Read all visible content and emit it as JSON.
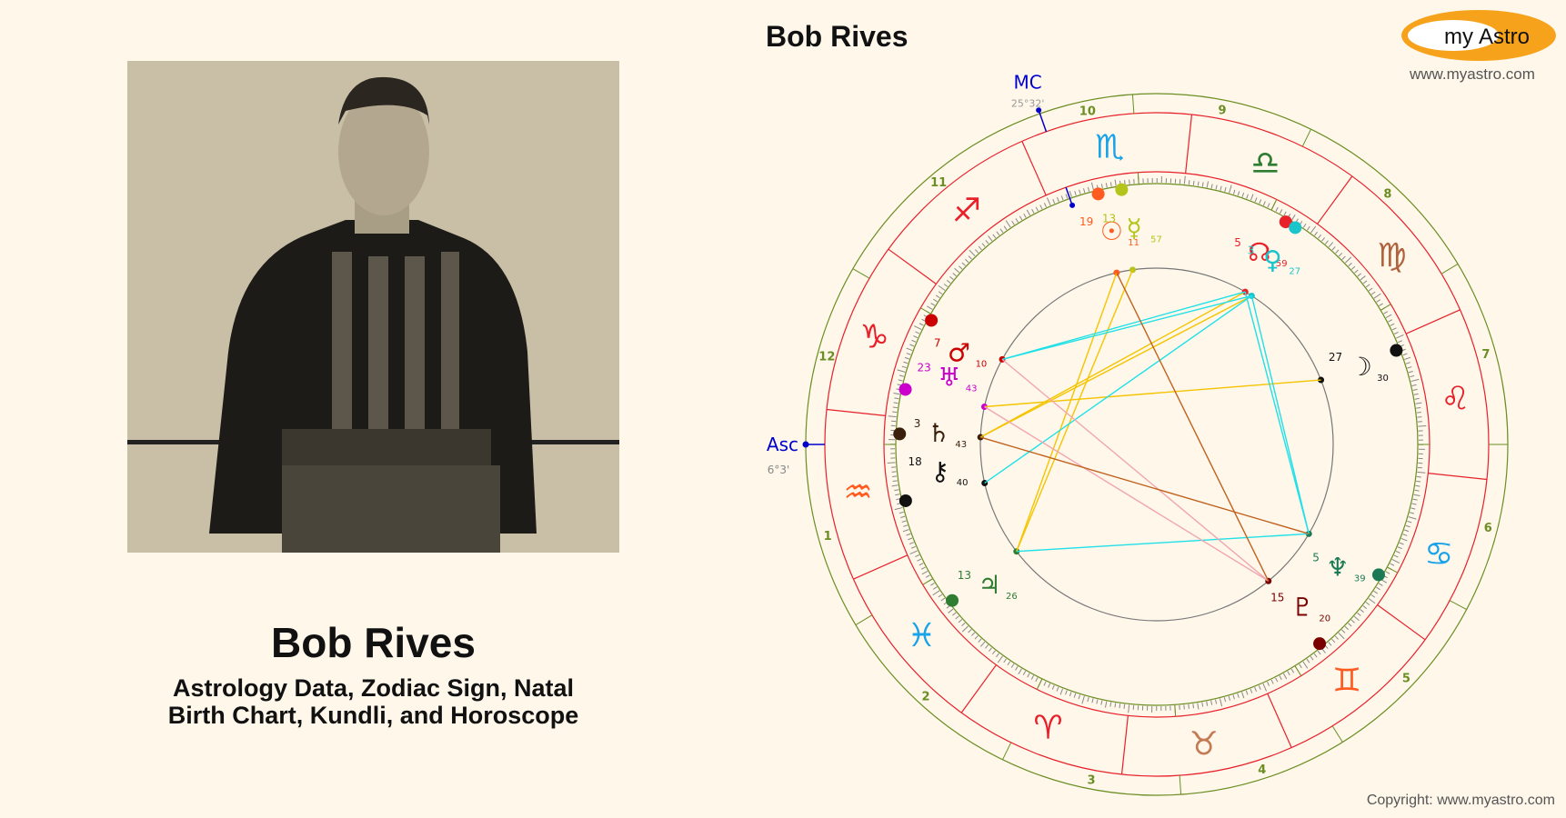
{
  "header": {
    "chart_title": "Bob Rives",
    "logo_text_left": "my",
    "logo_text_right": "Astro",
    "logo_url": "www.myastro.com"
  },
  "profile": {
    "name": "Bob Rives",
    "subtitle_line1": "Astrology Data, Zodiac Sign, Natal",
    "subtitle_line2": "Birth Chart, Kundli, and Horoscope",
    "photo_alt": "Portrait photo of Bob Rives in vintage football uniform"
  },
  "footer": {
    "copyright": "Copyright: www.myastro.com"
  },
  "chart": {
    "angles": {
      "asc_label": "Asc",
      "asc_degree": "6°3'",
      "mc_label": "MC",
      "mc_degree": "25°32'"
    },
    "houses": [
      "1",
      "2",
      "3",
      "4",
      "5",
      "6",
      "7",
      "8",
      "9",
      "10",
      "11",
      "12"
    ],
    "signs": [
      {
        "name": "Aquarius",
        "glyph": "♒",
        "color": "#ff5a1f"
      },
      {
        "name": "Pisces",
        "glyph": "♓",
        "color": "#1aa3e8"
      },
      {
        "name": "Aries",
        "glyph": "♈",
        "color": "#e8202a"
      },
      {
        "name": "Taurus",
        "glyph": "♉",
        "color": "#c47a52"
      },
      {
        "name": "Gemini",
        "glyph": "♊",
        "color": "#ff5a1f"
      },
      {
        "name": "Cancer",
        "glyph": "♋",
        "color": "#1aa3e8"
      },
      {
        "name": "Leo",
        "glyph": "♌",
        "color": "#e8202a"
      },
      {
        "name": "Virgo",
        "glyph": "♍",
        "color": "#b0623c"
      },
      {
        "name": "Libra",
        "glyph": "♎",
        "color": "#2e7d32"
      },
      {
        "name": "Scorpio",
        "glyph": "♏",
        "color": "#1aa3e8"
      },
      {
        "name": "Sagittarius",
        "glyph": "♐",
        "color": "#e8202a"
      },
      {
        "name": "Capricorn",
        "glyph": "♑",
        "color": "#e8202a"
      }
    ],
    "planets": [
      {
        "name": "Sun",
        "glyph": "☉",
        "deg": "19",
        "min": "11",
        "color": "#ff5a1f"
      },
      {
        "name": "Mercury",
        "glyph": "☿",
        "deg": "13",
        "min": "57",
        "color": "#b5c41a"
      },
      {
        "name": "Uranus",
        "glyph": "♅",
        "deg": "23",
        "min": "43",
        "color": "#cc00cc"
      },
      {
        "name": "Mars",
        "glyph": "♂",
        "deg": "7",
        "min": "10",
        "color": "#cc0000"
      },
      {
        "name": "Chiron",
        "glyph": "⚷",
        "deg": "18",
        "min": "40",
        "color": "#111111"
      },
      {
        "name": "Saturn",
        "glyph": "♄",
        "deg": "3",
        "min": "43",
        "color": "#3a1f0a"
      },
      {
        "name": "Jupiter",
        "glyph": "♃",
        "deg": "13",
        "min": "26",
        "color": "#2e7d32"
      },
      {
        "name": "Pluto",
        "glyph": "♇",
        "deg": "15",
        "min": "20",
        "color": "#7a0000"
      },
      {
        "name": "Neptune",
        "glyph": "♆",
        "deg": "5",
        "min": "39",
        "color": "#1b7a55"
      },
      {
        "name": "Moon",
        "glyph": "☽",
        "deg": "27",
        "min": "30",
        "color": "#111111"
      },
      {
        "name": "North Node",
        "glyph": "☊",
        "deg": "5",
        "min": "59",
        "color": "#e8202a"
      },
      {
        "name": "Venus",
        "glyph": "♀",
        "deg": "3",
        "min": "27",
        "color": "#1ac6cc"
      }
    ],
    "colors": {
      "outer_ring": "#6b8e23",
      "sign_ring": "#e8202a",
      "angle_line": "#0000cc",
      "inner_circle": "#777777",
      "trine": "#f5c400",
      "square": "#20e0e8",
      "opposition": "#f2a6b0",
      "sextile_or_quincunx": "#c0621e"
    }
  }
}
